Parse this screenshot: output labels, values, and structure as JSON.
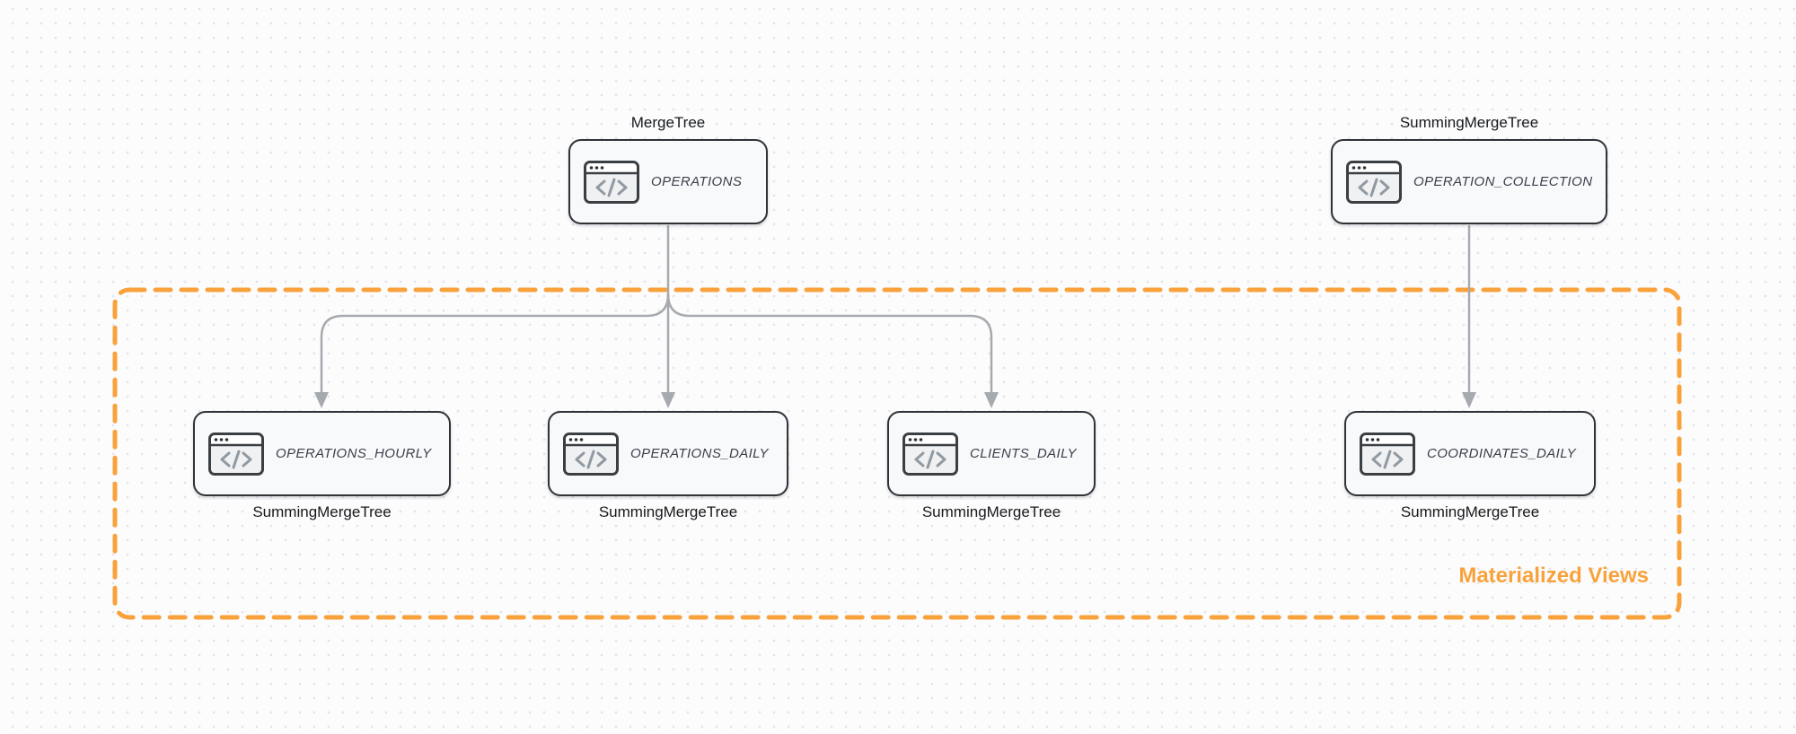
{
  "group": {
    "label": "Materialized Views",
    "border_style": "dashed",
    "color": "#F9A23C"
  },
  "nodes": [
    {
      "id": "operations",
      "table": "OPERATIONS",
      "engine": "MergeTree",
      "engine_position": "above"
    },
    {
      "id": "operation-collection",
      "table": "OPERATION_COLLECTION",
      "engine": "SummingMergeTree",
      "engine_position": "above"
    },
    {
      "id": "operations-hourly",
      "table": "OPERATIONS_HOURLY",
      "engine": "SummingMergeTree",
      "engine_position": "below"
    },
    {
      "id": "operations-daily",
      "table": "OPERATIONS_DAILY",
      "engine": "SummingMergeTree",
      "engine_position": "below"
    },
    {
      "id": "clients-daily",
      "table": "CLIENTS_DAILY",
      "engine": "SummingMergeTree",
      "engine_position": "below"
    },
    {
      "id": "coordinates-daily",
      "table": "COORDINATES_DAILY",
      "engine": "SummingMergeTree",
      "engine_position": "below"
    }
  ],
  "edges": [
    {
      "from": "OPERATIONS",
      "to": "OPERATIONS_HOURLY"
    },
    {
      "from": "OPERATIONS",
      "to": "OPERATIONS_DAILY"
    },
    {
      "from": "OPERATIONS",
      "to": "CLIENTS_DAILY"
    },
    {
      "from": "OPERATION_COLLECTION",
      "to": "COORDINATES_DAILY"
    }
  ],
  "icons": {
    "node_icon": "code-window-icon"
  },
  "colors": {
    "accent_orange": "#F9A23C",
    "arrow_gray": "#A6AAAE",
    "node_border": "#2F3338",
    "node_fill": "#F8F9FA",
    "node_text": "#3A3F4B",
    "label_text": "#17191C",
    "icon_glyph": "#9199A1",
    "canvas_bg": "#FCFCFD",
    "dot_grid": "#E2E4E9"
  }
}
